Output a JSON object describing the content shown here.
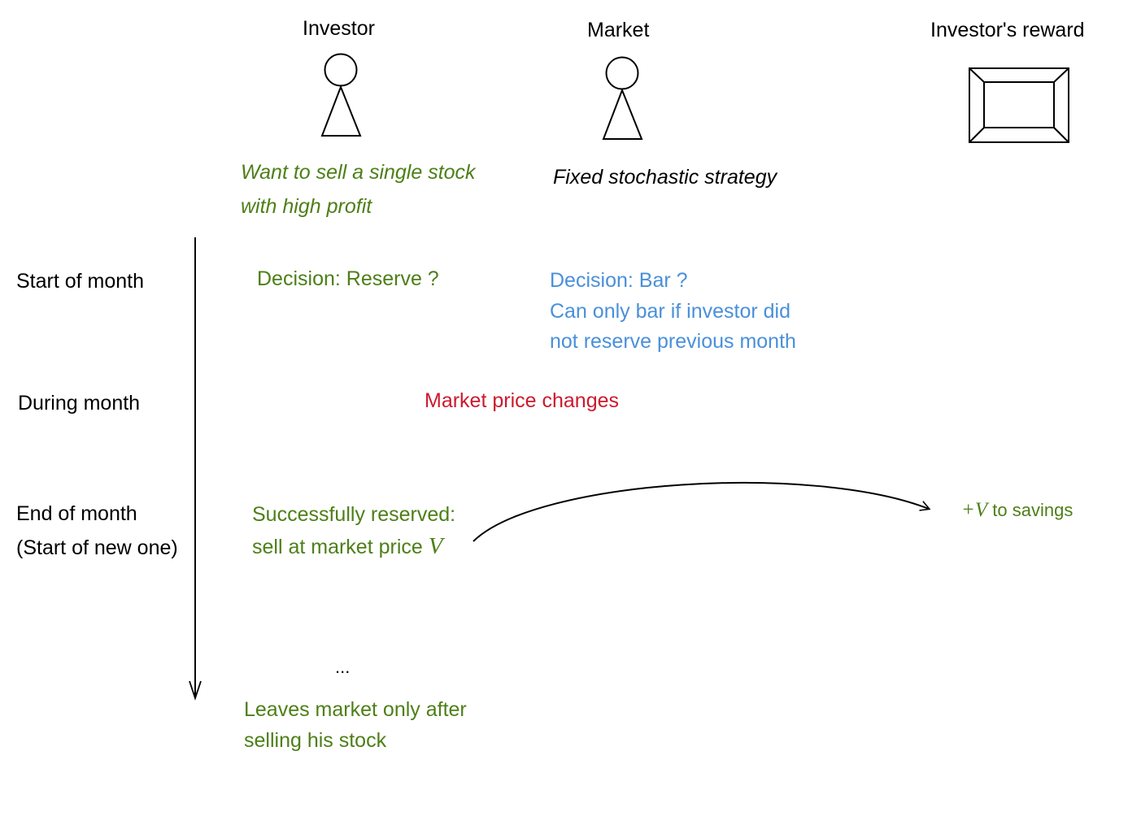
{
  "colors": {
    "investor": "#4d7f17",
    "market": "#4a90d9",
    "price": "#cc1a2e",
    "neutral": "#000000",
    "background": "#ffffff"
  },
  "actors": {
    "investor": {
      "label": "Investor",
      "icon": "actor-figure-icon"
    },
    "market": {
      "label": "Market",
      "icon": "actor-figure-icon"
    },
    "reward": {
      "label": "Investor's reward",
      "icon": "reward-frame-icon"
    }
  },
  "descriptions": {
    "investor_line1": "Want to sell a single stock",
    "investor_line2": "with high profit",
    "market": "Fixed stochastic strategy"
  },
  "timeline": {
    "start_of_month": "Start of month",
    "during_month": "During month",
    "end_of_month_line1": "End of month",
    "end_of_month_line2": "(Start of new one)"
  },
  "events": {
    "investor_decision": "Decision: Reserve ?",
    "market_decision_line1": "Decision: Bar ?",
    "market_decision_line2": "Can only bar if investor did",
    "market_decision_line3": "not reserve previous month",
    "price_change": "Market price changes",
    "reserved_line1": "Successfully reserved:",
    "reserved_line2_text": "sell at market price ",
    "reserved_line2_var": "V",
    "reward_prefix": "+V",
    "reward_suffix": " to savings",
    "ellipsis": "...",
    "leave_line1": "Leaves market only after",
    "leave_line2": "selling his stock"
  }
}
